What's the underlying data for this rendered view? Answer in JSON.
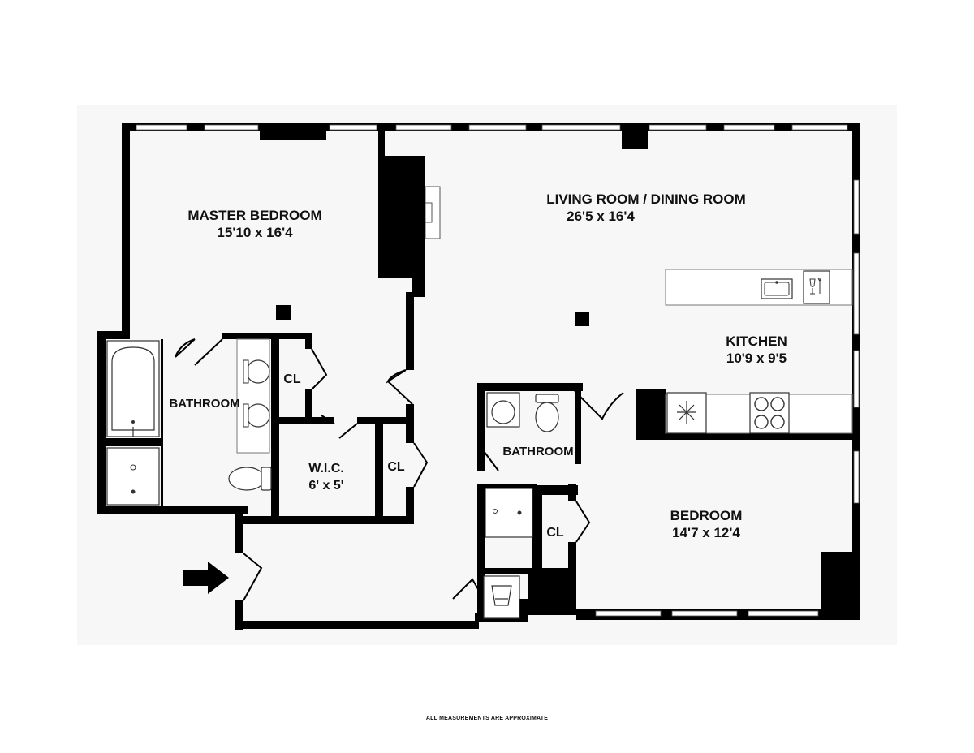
{
  "rooms": {
    "master_bedroom": {
      "name": "MASTER BEDROOM",
      "size": "15'10 x 16'4"
    },
    "living_dining": {
      "name": "LIVING ROOM / DINING ROOM",
      "size": "26'5 x 16'4"
    },
    "kitchen": {
      "name": "KITCHEN",
      "size": "10'9 x 9'5"
    },
    "bedroom": {
      "name": "BEDROOM",
      "size": "14'7 x 12'4"
    },
    "master_bathroom": {
      "name": "BATHROOM"
    },
    "bathroom_2": {
      "name": "BATHROOM"
    },
    "wic": {
      "name": "W.I.C.",
      "size": "6' x 5'"
    },
    "closet_1": {
      "name": "CL"
    },
    "closet_2": {
      "name": "CL"
    },
    "closet_3": {
      "name": "CL"
    }
  },
  "icons": [
    "entry-arrow-icon",
    "bathtub-icon",
    "shower-icon",
    "toilet-icon",
    "sink-icon",
    "fireplace-icon",
    "refrigerator-icon",
    "stove-icon",
    "dishwasher-icon",
    "washer-dryer-icon"
  ],
  "footer": {
    "note": "ALL MEASUREMENTS ARE APPROXIMATE"
  }
}
